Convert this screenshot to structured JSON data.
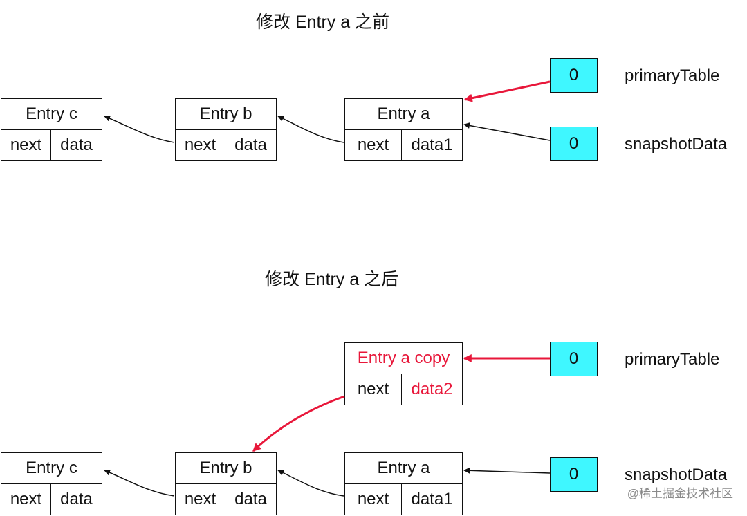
{
  "top": {
    "title": "修改 Entry a 之前",
    "entry_c": {
      "head": "Entry c",
      "next": "next",
      "data": "data"
    },
    "entry_b": {
      "head": "Entry b",
      "next": "next",
      "data": "data"
    },
    "entry_a": {
      "head": "Entry a",
      "next": "next",
      "data": "data1"
    },
    "primary": {
      "value": "0",
      "label": "primaryTable"
    },
    "snapshot": {
      "value": "0",
      "label": "snapshotData"
    }
  },
  "bottom": {
    "title": "修改 Entry a 之后",
    "entry_copy": {
      "head": "Entry a copy",
      "next": "next",
      "data": "data2"
    },
    "entry_c": {
      "head": "Entry c",
      "next": "next",
      "data": "data"
    },
    "entry_b": {
      "head": "Entry b",
      "next": "next",
      "data": "data"
    },
    "entry_a": {
      "head": "Entry a",
      "next": "next",
      "data": "data1"
    },
    "primary": {
      "value": "0",
      "label": "primaryTable"
    },
    "snapshot": {
      "value": "0",
      "label": "snapshotData"
    }
  },
  "watermark": "@稀土掘金技术社区",
  "colors": {
    "highlight": "#e8173a",
    "pointer_fill": "#3ff7ff",
    "stroke": "#111111"
  }
}
